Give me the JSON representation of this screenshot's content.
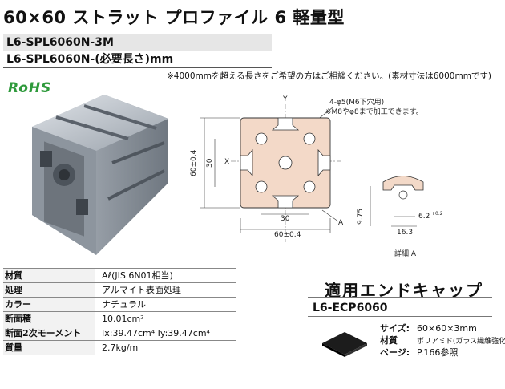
{
  "title": "60×60 ストラット プロファイル 6 軽量型",
  "part_numbers": [
    "L6-SPL6060N-3M",
    "L6-SPL6060N-(必要長さ)mm"
  ],
  "note": "※4000mmを超える長さをご希望の方はご相談ください。(素材寸法は6000mmです)",
  "rohs": "RoHS",
  "drawing": {
    "hole_note": "4-φ5(M6下穴用)",
    "hole_note2": "※M8やφ8まで加工できます。",
    "axis_y": "Y",
    "axis_x": "X",
    "dim_height": "60±0.4",
    "dim_height_inner": "30",
    "dim_width_inner": "30",
    "dim_width": "60±0.4",
    "marker_a": "A",
    "detail_dim_1": "9.75",
    "detail_dim_2": "16.3",
    "detail_dim_3": "6.2",
    "detail_dim_3_tol": "+0.2",
    "detail_label": "詳細 A"
  },
  "specs": [
    {
      "label": "材質",
      "value": "Aℓ(JIS 6N01相当)"
    },
    {
      "label": "処理",
      "value": "アルマイト表面処理"
    },
    {
      "label": "カラー",
      "value": "ナチュラル"
    },
    {
      "label": "断面積",
      "value": "10.01cm²"
    },
    {
      "label": "断面2次モーメント",
      "value": "Ix:39.47cm⁴  Iy:39.47cm⁴"
    },
    {
      "label": "質量",
      "value": "2.7kg/m"
    }
  ],
  "endcap": {
    "title": "適用エンドキャップ",
    "part_number": "L6-ECP6060",
    "size_label": "サイズ:",
    "size_value": "60×60×3mm",
    "material_label": "材質",
    "material_value": "ポリアミド(ガラス繊維強化)",
    "page_label": "ページ:",
    "page_value": "P.166参照"
  }
}
